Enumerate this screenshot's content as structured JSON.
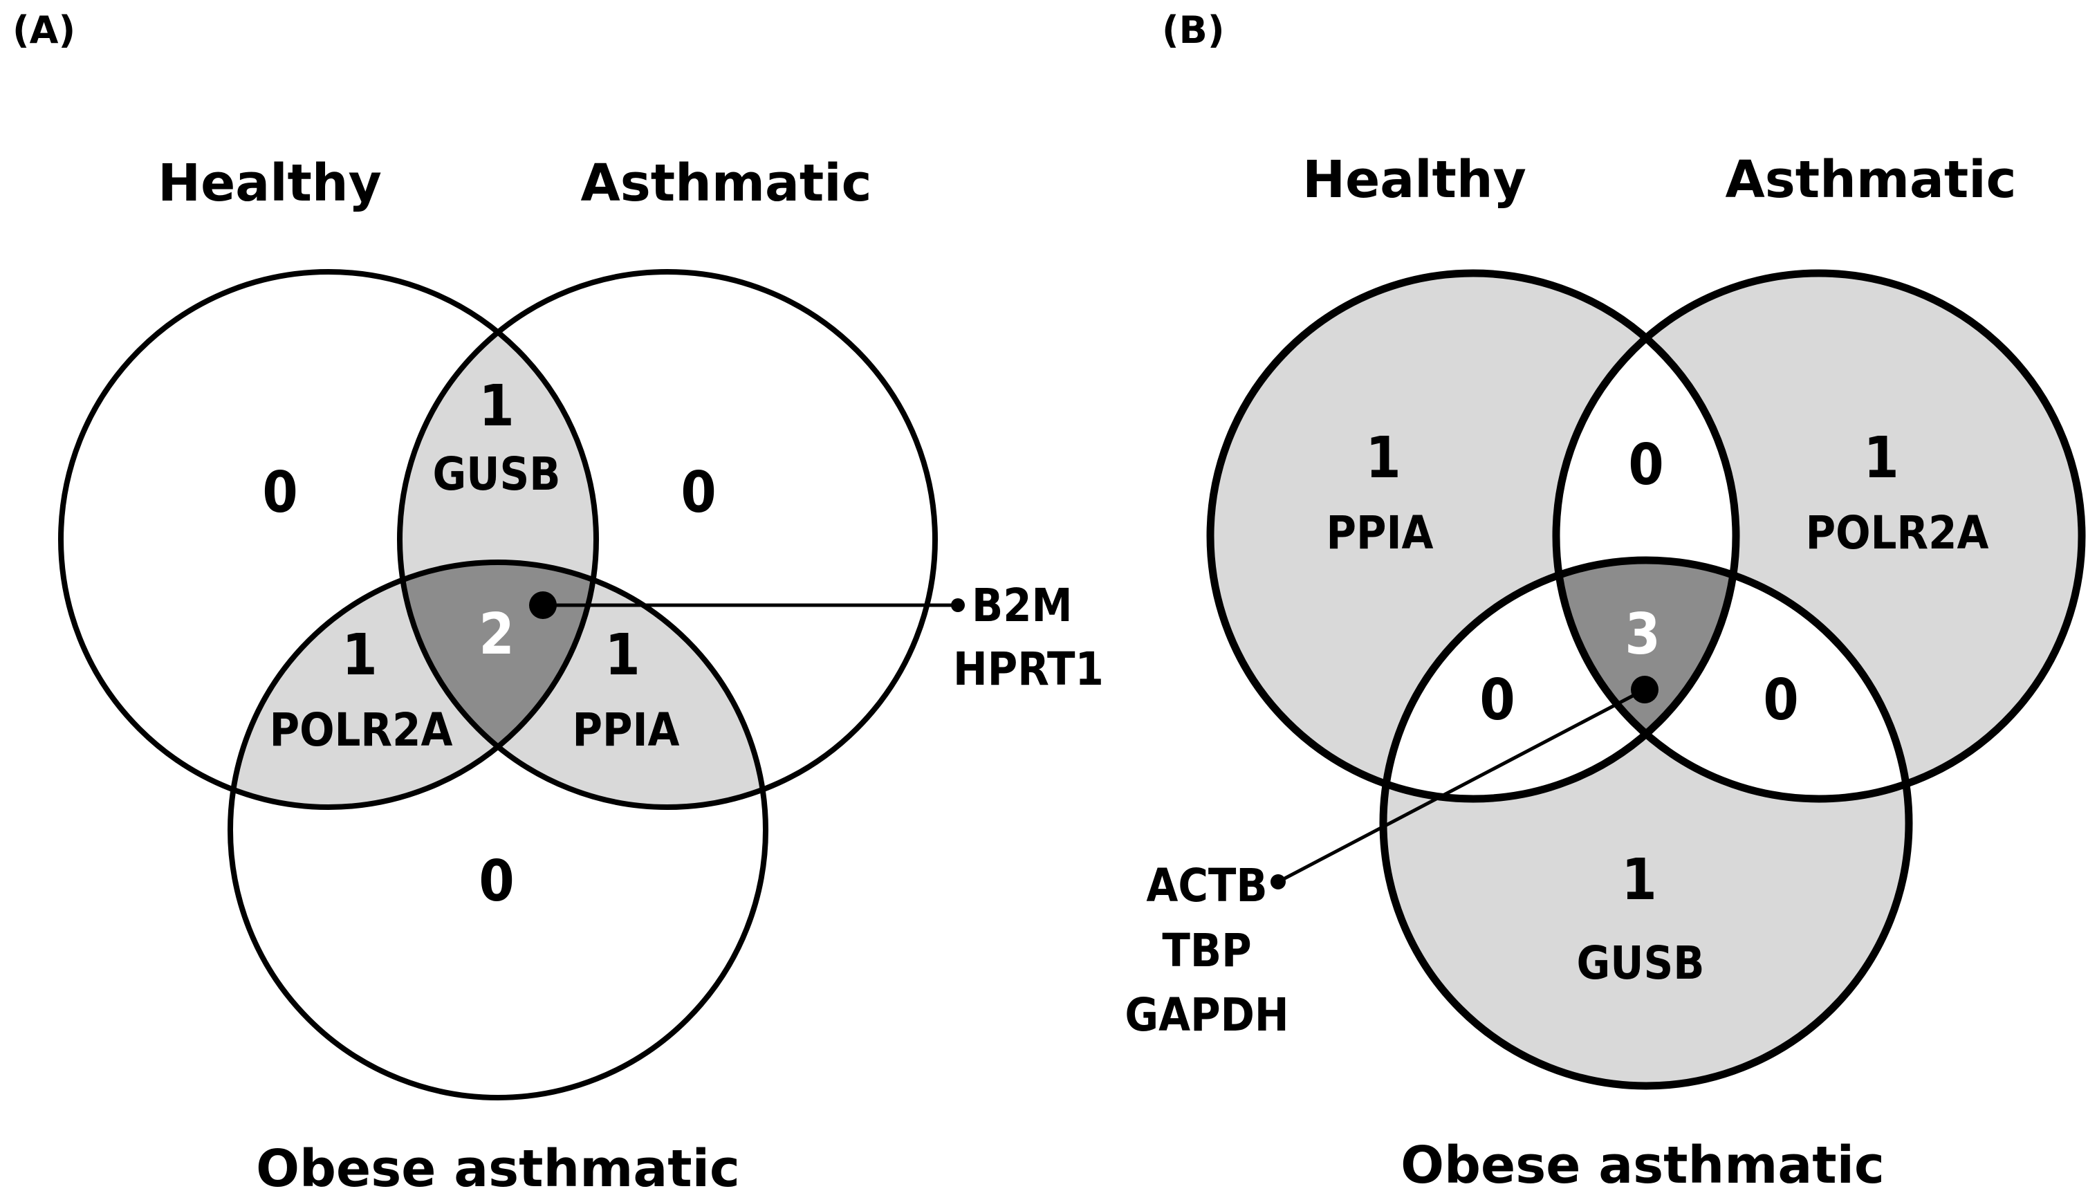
{
  "colors": {
    "light_shade": "#d9d9d9",
    "dark_shade": "#8c8c8c",
    "line": "#000000",
    "background": "#ffffff"
  },
  "panel_a": {
    "label": "(A)",
    "sets": {
      "healthy": "Healthy",
      "asthmatic": "Asthmatic",
      "obese": "Obese asthmatic"
    },
    "regions": {
      "healthy_only": {
        "count": "0"
      },
      "asthmatic_only": {
        "count": "0"
      },
      "obese_only": {
        "count": "0"
      },
      "healthy_asthmatic": {
        "count": "1",
        "genes": "GUSB"
      },
      "healthy_obese": {
        "count": "1",
        "genes": "POLR2A"
      },
      "asthmatic_obese": {
        "count": "1",
        "genes": "PPIA"
      },
      "all_three": {
        "count": "2"
      }
    },
    "callout": {
      "line1": "B2M",
      "line2": "HPRT1"
    }
  },
  "panel_b": {
    "label": "(B)",
    "sets": {
      "healthy": "Healthy",
      "asthmatic": "Asthmatic",
      "obese": "Obese asthmatic"
    },
    "regions": {
      "healthy_only": {
        "count": "1",
        "genes": "PPIA"
      },
      "asthmatic_only": {
        "count": "1",
        "genes": "POLR2A"
      },
      "obese_only": {
        "count": "1",
        "genes": "GUSB"
      },
      "healthy_asthmatic": {
        "count": "0"
      },
      "healthy_obese": {
        "count": "0"
      },
      "asthmatic_obese": {
        "count": "0"
      },
      "all_three": {
        "count": "3"
      }
    },
    "callout": {
      "line1": "ACTB",
      "line2": "TBP",
      "line3": "GAPDH"
    }
  }
}
